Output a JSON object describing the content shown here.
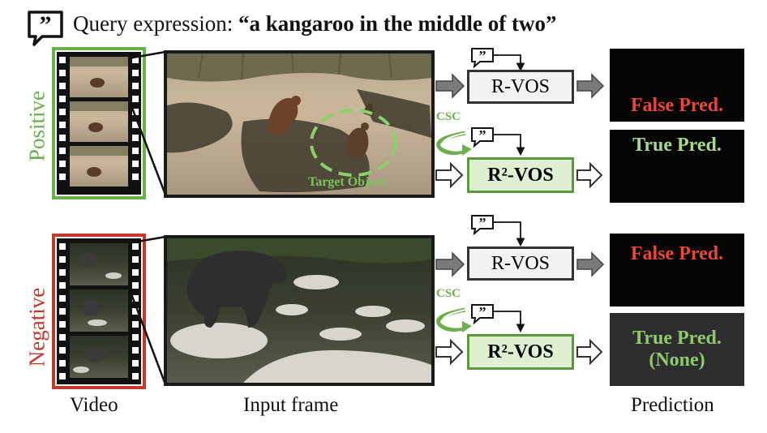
{
  "header": {
    "prefix": "Query expression: ",
    "query": "“a kangaroo in the middle of two”"
  },
  "rows": {
    "positive": {
      "side_label": "Positive",
      "target_label": "Target Object",
      "csc_label": "CSC",
      "rvos_label": "R-VOS",
      "r2vos_label": "R²-VOS",
      "pred_top": "False Pred.",
      "pred_bottom": "True Pred."
    },
    "negative": {
      "side_label": "Negative",
      "csc_label": "CSC",
      "rvos_label": "R-VOS",
      "r2vos_label": "R²-VOS",
      "pred_top": "False Pred.",
      "pred_bottom_line1": "True Pred.",
      "pred_bottom_line2": "(None)"
    }
  },
  "captions": {
    "video": "Video",
    "input_frame": "Input frame",
    "prediction": "Prediction"
  },
  "colors": {
    "positive_green": "#6ab04c",
    "negative_red": "#c0392b",
    "false_pred_red": "#e8473a",
    "true_pred_green": "#a8d88a",
    "r2vos_fill": "#dff0d2",
    "r2vos_border": "#5a9a3a",
    "rvos_border": "#333333"
  },
  "icons": [
    "quote-bubble-icon",
    "arrow-right-icon",
    "hollow-arrow-right-icon",
    "curved-arrow-icon"
  ]
}
